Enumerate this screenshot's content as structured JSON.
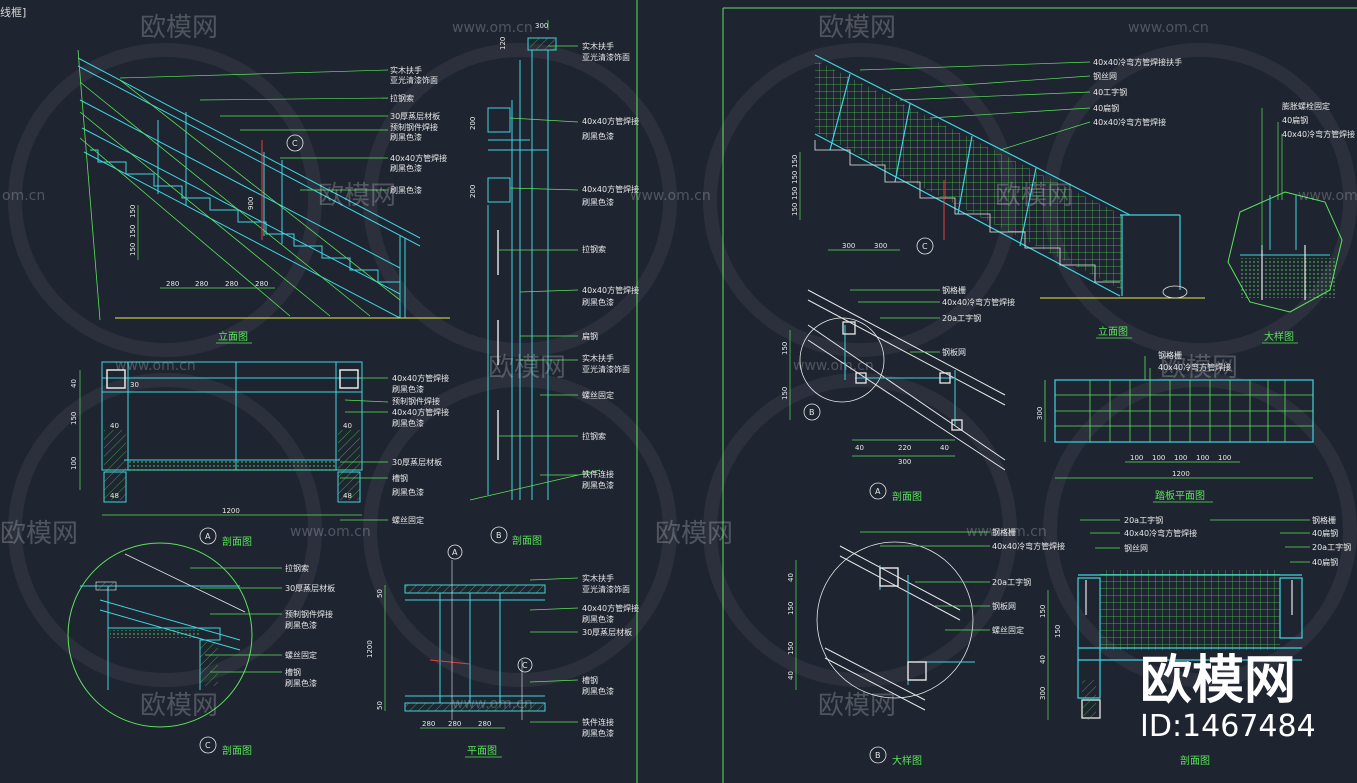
{
  "viewport_label": "线框]",
  "watermark": {
    "brand": "欧模网",
    "site": "www.om.cn",
    "site_short": "om.cn"
  },
  "stamp": {
    "brand": "欧模网",
    "id": "ID:1467484"
  },
  "colors": {
    "background": "#1e2430",
    "green": "#5be35b",
    "cyan": "#3fd4e0",
    "white": "#e8e8e8",
    "yellow": "#e8e84a",
    "red": "#e04040"
  },
  "left_sheet": {
    "elevation": {
      "title": "立面图",
      "labels": [
        "实木扶手",
        "亚光清漆饰面",
        "拉钢索",
        "30厚蒸层材板",
        "预制钢件焊接",
        "刷黑色漆",
        "40x40方管焊接",
        "刷黑色漆",
        "刷黑色漆"
      ],
      "dims_horizontal": [
        "280",
        "280",
        "280",
        "280"
      ],
      "dims_vertical": [
        "150",
        "150",
        "150"
      ],
      "dim_900": "900",
      "callout": "C"
    },
    "section_b": {
      "title": "剖面图",
      "marker": "B",
      "labels": [
        "实木扶手",
        "亚光清漆饰面",
        "40x40方管焊接",
        "刷黑色漆",
        "40x40方管焊接",
        "刷黑色漆",
        "拉钢索",
        "40x40方管焊接",
        "刷黑色漆",
        "扁钢",
        "实木扶手",
        "亚光清漆饰面",
        "螺丝固定",
        "拉钢索",
        "铁件连接",
        "刷黑色漆"
      ],
      "dims": [
        "300",
        "120",
        "200",
        "200"
      ]
    },
    "section_a": {
      "title": "剖面图",
      "marker": "A",
      "labels": [
        "40x40方管焊接",
        "刷黑色漆",
        "预制钢件焊接",
        "40x40方管焊接",
        "刷黑色漆",
        "30厚蒸层材板",
        "槽钢",
        "刷黑色漆",
        "螺丝固定"
      ],
      "dims_vertical": [
        "40",
        "150",
        "100"
      ],
      "dims_inner": [
        "30",
        "40",
        "40"
      ],
      "dim_bottom": "1200",
      "dim_48": "48"
    },
    "section_c": {
      "title": "剖面图",
      "marker": "C",
      "labels": [
        "拉钢索",
        "30厚蒸层材板",
        "预制钢件焊接",
        "刷黑色漆",
        "螺丝固定",
        "槽钢",
        "刷黑色漆"
      ]
    },
    "plan": {
      "title": "平面图",
      "markers": [
        "A",
        "C"
      ],
      "labels": [
        "实木扶手",
        "亚光清漆饰面",
        "40x40方管焊接",
        "刷黑色漆",
        "30厚蒸层材板",
        "槽钢",
        "刷黑色漆",
        "铁件连接",
        "刷黑色漆"
      ],
      "dims": [
        "1200",
        "50",
        "50",
        "280",
        "280",
        "280"
      ]
    }
  },
  "right_sheet": {
    "elevation": {
      "title": "立面图",
      "labels": [
        "40x40冷弯方管焊接扶手",
        "钢丝网",
        "40工字钢",
        "40扁钢",
        "40x40冷弯方管焊接"
      ],
      "dims_horizontal": [
        "300",
        "300"
      ],
      "dims_vertical": [
        "150",
        "150",
        "150",
        "150"
      ],
      "callout": "C"
    },
    "detail_big": {
      "title": "大样图",
      "labels": [
        "膨胀螺栓固定",
        "40扁钢",
        "40x40冷弯方管焊接"
      ]
    },
    "section_a": {
      "title": "剖面图",
      "marker": "A",
      "labels": [
        "钢格栅",
        "40x40冷弯方管焊接",
        "20a工字钢",
        "钢板网"
      ],
      "dims": [
        "40",
        "220",
        "40",
        "300",
        "150",
        "150"
      ],
      "callout": "B"
    },
    "tread_plan": {
      "title": "踏板平面图",
      "labels": [
        "钢格栅",
        "40x40冷弯方管焊接"
      ],
      "dims": [
        "100",
        "100",
        "100",
        "100",
        "100",
        "1200",
        "300"
      ]
    },
    "detail_b": {
      "title": "大样图",
      "marker": "B",
      "labels": [
        "钢格栅",
        "40x40冷弯方管焊接",
        "20a工字钢",
        "钢板网",
        "螺丝固定"
      ],
      "dims": [
        "40",
        "150",
        "150",
        "40"
      ]
    },
    "section_c": {
      "title": "剖面图",
      "labels": [
        "20a工字钢",
        "40x40冷弯方管焊接",
        "钢丝网",
        "钢格栅",
        "40扁钢",
        "20a工字钢",
        "40扁钢"
      ],
      "dims": [
        "150",
        "150",
        "40",
        "300"
      ]
    }
  }
}
